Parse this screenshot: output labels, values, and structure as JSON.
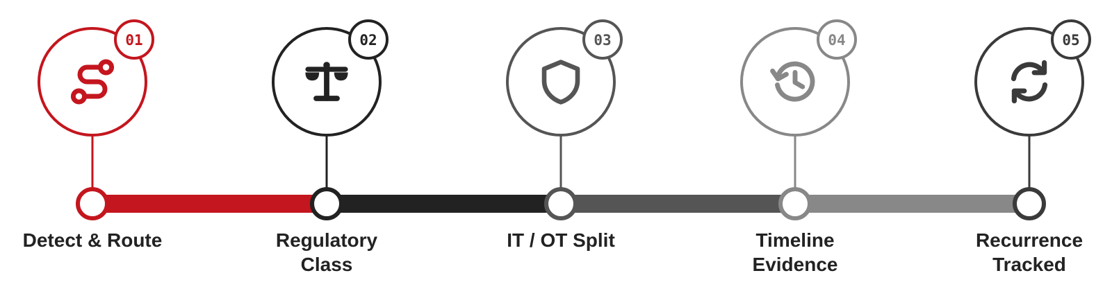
{
  "steps": [
    {
      "number": "01",
      "label_lines": [
        "Detect & Route"
      ],
      "icon": "route-icon",
      "color": "#c4161e"
    },
    {
      "number": "02",
      "label_lines": [
        "Regulatory",
        "Class"
      ],
      "icon": "scales-icon",
      "color": "#222222"
    },
    {
      "number": "03",
      "label_lines": [
        "IT / OT Split"
      ],
      "icon": "shield-icon",
      "color": "#555555"
    },
    {
      "number": "04",
      "label_lines": [
        "Timeline",
        "Evidence"
      ],
      "icon": "history-icon",
      "color": "#888888"
    },
    {
      "number": "05",
      "label_lines": [
        "Recurrence",
        "Tracked"
      ],
      "icon": "refresh-icon",
      "color": "#3a3a3a"
    }
  ],
  "label_color": "#222222"
}
